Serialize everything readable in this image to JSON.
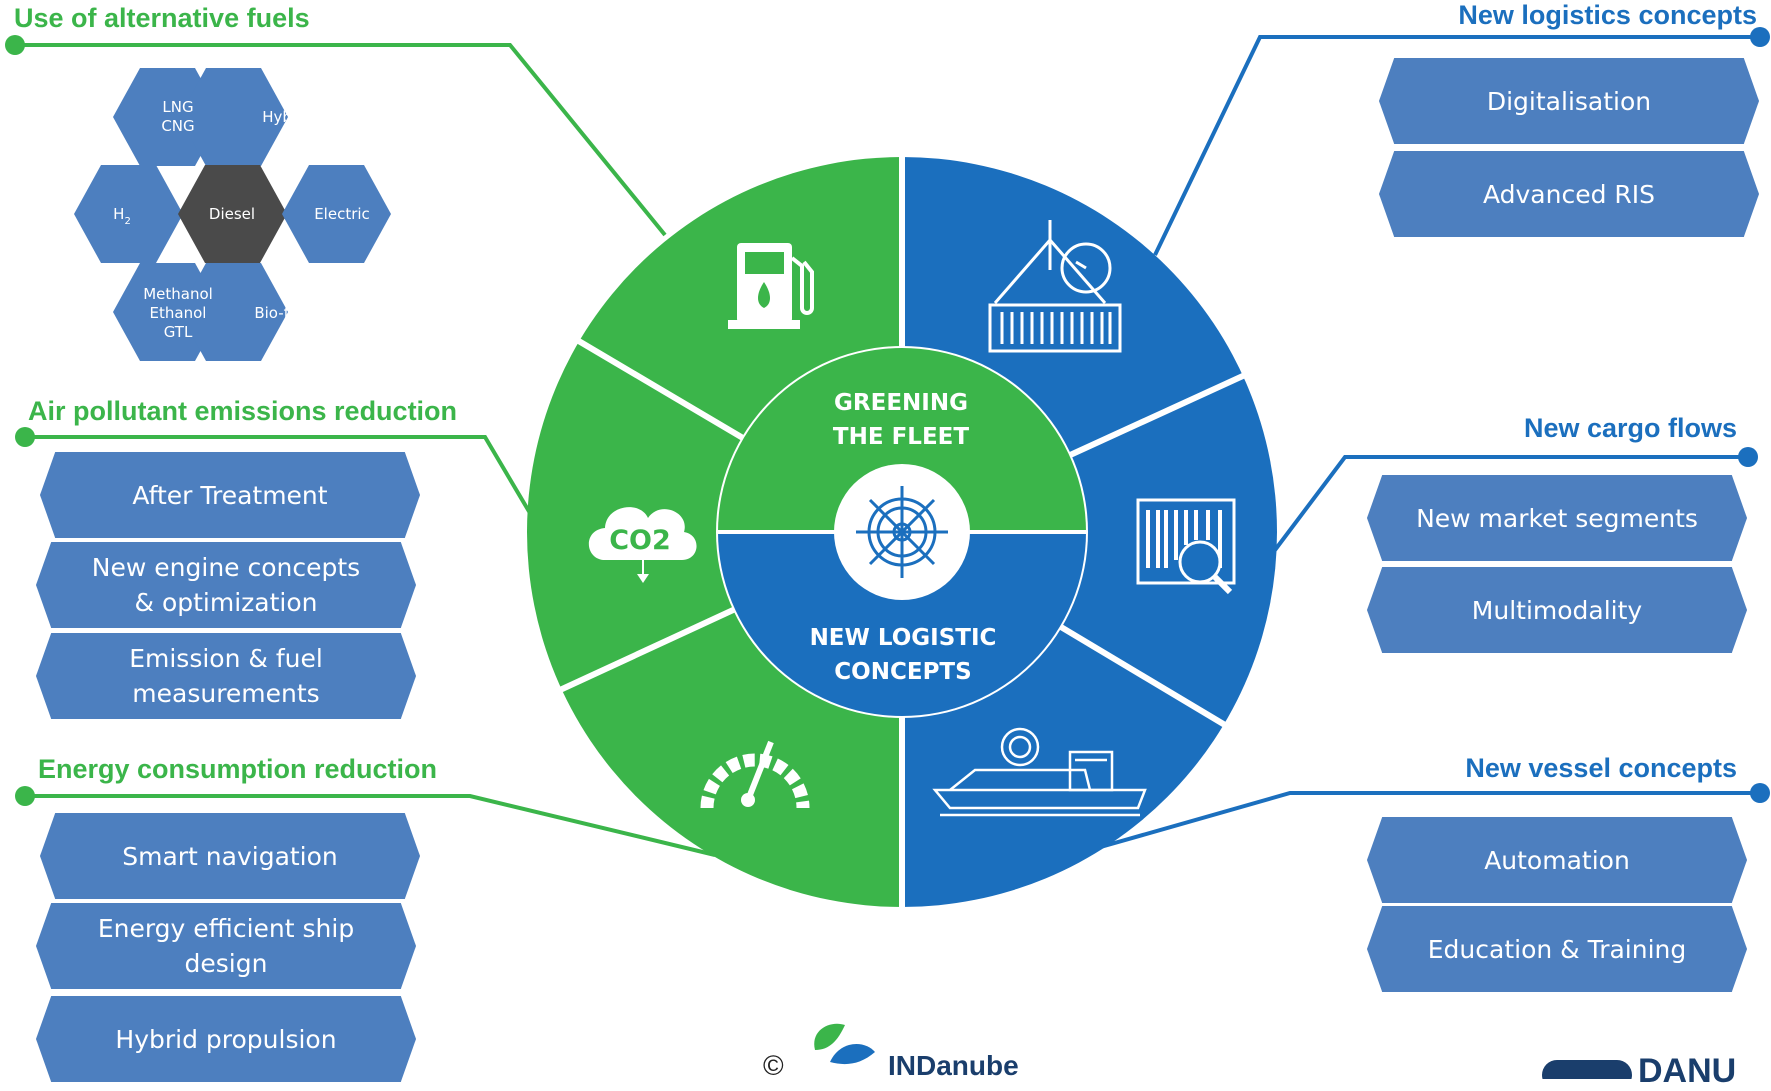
{
  "left_sections": [
    {
      "title": "Use of alternative fuels",
      "items": []
    },
    {
      "title": "Air pollutant emissions reduction",
      "items": [
        "After Treatment",
        "New engine concepts & optimization",
        "Emission & fuel measurements"
      ]
    },
    {
      "title": "Energy consumption reduction",
      "items": [
        "Smart navigation",
        "Energy efficient ship design",
        "Hybrid propulsion"
      ]
    }
  ],
  "right_sections": [
    {
      "title": "New logistics concepts",
      "items": [
        "Digitalisation",
        "Advanced RIS"
      ]
    },
    {
      "title": "New cargo flows",
      "items": [
        "New market segments",
        "Multimodality"
      ]
    },
    {
      "title": "New vessel concepts",
      "items": [
        "Automation",
        "Education & Training"
      ]
    }
  ],
  "fuels": {
    "lng": "LNG",
    "cng": "CNG",
    "hybrid": "Hybrid",
    "h2": "H",
    "h2_sub": "2",
    "diesel": "Diesel",
    "electric": "Electric",
    "methanol": "Methanol",
    "ethanol": "Ethanol",
    "gtl": "GTL",
    "biofuels": "Bio-fuels"
  },
  "center": {
    "top_line1": "GREENING",
    "top_line2": "THE FLEET",
    "bottom_line1": "NEW LOGISTIC",
    "bottom_line2": "CONCEPTS",
    "co2": "CO2"
  },
  "footer": {
    "copyright": "©",
    "logo_text": "INDanube",
    "right_logo_text": "DANU"
  },
  "colors": {
    "green": "#3bb54a",
    "blue": "#1b6fbe",
    "box": "#4d7fbf",
    "diesel": "#4a4a4a"
  },
  "icons": [
    "fuel-pump-icon",
    "co2-cloud-icon",
    "speedometer-icon",
    "container-crane-icon",
    "barcode-search-icon",
    "ship-icon",
    "ship-wheel-icon"
  ]
}
